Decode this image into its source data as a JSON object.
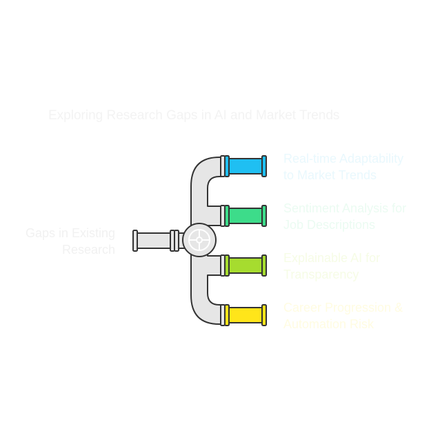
{
  "title": "Exploring Research Gaps in AI and Market Trends",
  "source": {
    "label": "Gaps in Existing Research",
    "line1": "Gaps in Existing",
    "line2": "Research"
  },
  "outputs": [
    {
      "line1": "Real-time Adaptability",
      "line2": "to Market Trends",
      "color": "#1fbff2",
      "text_color": "#e9f8fd"
    },
    {
      "line1": "Sentiment Analysis for",
      "line2": "Job Descriptions",
      "color": "#3ddc8a",
      "text_color": "#ebfbf2"
    },
    {
      "line1": "Explainable AI for",
      "line2": "Transparency",
      "color": "#a6dc2f",
      "text_color": "#f6fce6"
    },
    {
      "line1": "Career Progression &",
      "line2": "Automation Risk",
      "color": "#ffe51a",
      "text_color": "#fffce2"
    }
  ],
  "colors": {
    "pipe": "#e6e6e6",
    "stroke": "#333333"
  }
}
